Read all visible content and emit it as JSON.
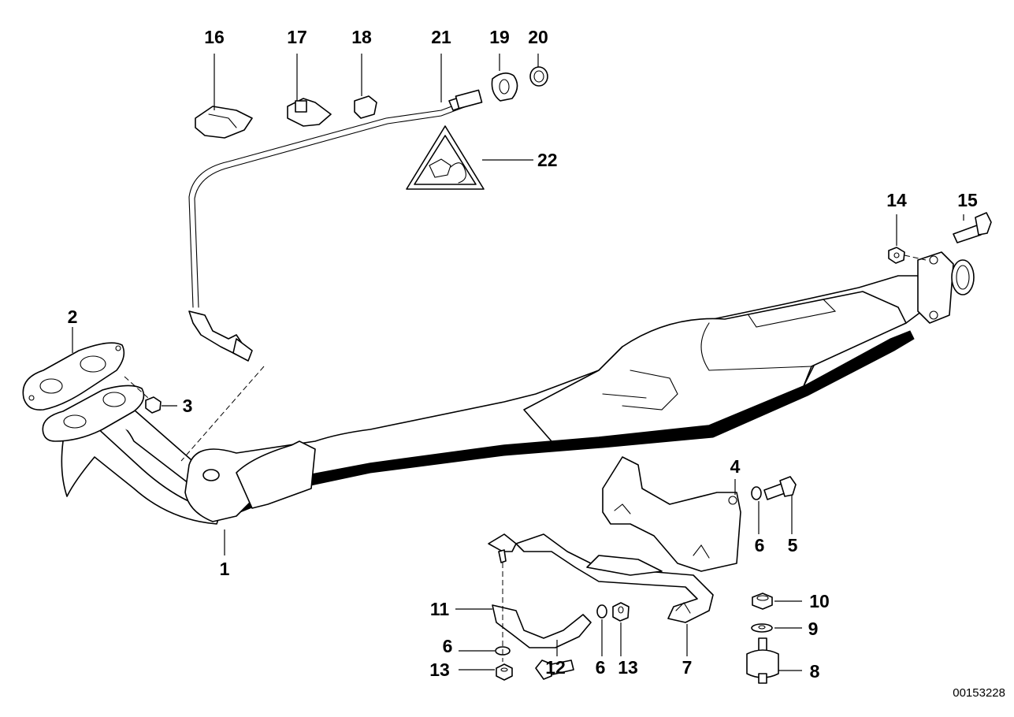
{
  "callouts": {
    "c1": "1",
    "c2": "2",
    "c3": "3",
    "c4": "4",
    "c5": "5",
    "c6a": "6",
    "c6b": "6",
    "c6c": "6",
    "c7": "7",
    "c8": "8",
    "c9": "9",
    "c10": "10",
    "c11": "11",
    "c12": "12",
    "c13a": "13",
    "c13b": "13",
    "c14": "14",
    "c15": "15",
    "c16": "16",
    "c17": "17",
    "c18": "18",
    "c19": "19",
    "c20": "20",
    "c21": "21",
    "c22": "22"
  },
  "diagram_ref": "00153228",
  "colors": {
    "line": "#000000",
    "background": "#ffffff"
  }
}
